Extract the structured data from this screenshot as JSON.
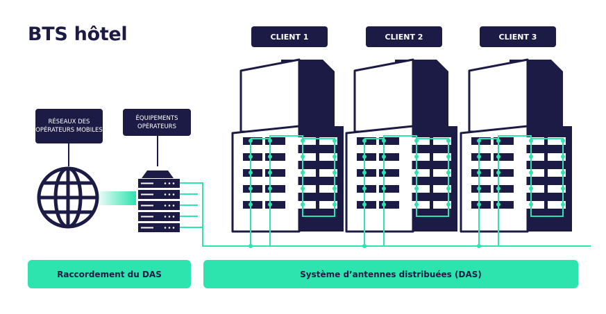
{
  "title": "BTS hôtel",
  "clients": [
    {
      "label": "CLIENT 1"
    },
    {
      "label": "CLIENT 2"
    },
    {
      "label": "CLIENT 3"
    }
  ],
  "tags": {
    "networks": "RÉSEAUX DES OPÉRATEURS MOBILES",
    "equipment": "ÉQUIPEMENTS OPÉRATEURS"
  },
  "banners": {
    "left": "Raccordement du DAS",
    "right": "Système d’antennes distribuées (DAS)"
  },
  "colors": {
    "navy": "#1b1b45",
    "accent": "#2de3ae",
    "white": "#ffffff"
  }
}
